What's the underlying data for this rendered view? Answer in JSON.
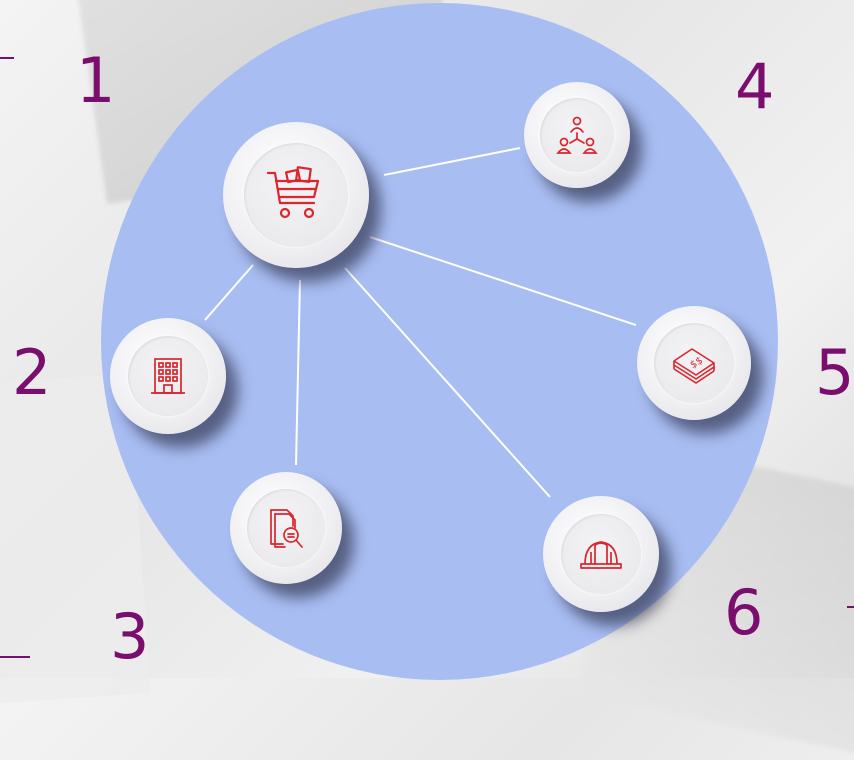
{
  "numbers": {
    "n1": "1",
    "n2": "2",
    "n3": "3",
    "n4": "4",
    "n5": "5",
    "n6": "6"
  },
  "colors": {
    "number": "#7a0d6e",
    "circle": "#a8bdf2",
    "icon": "#d9262f",
    "connector": "#ffffff"
  },
  "nodes": [
    {
      "id": "hub",
      "icon": "shopping-cart-icon"
    },
    {
      "id": "1",
      "icon": "organization-chart-icon"
    },
    {
      "id": "2",
      "icon": "office-building-icon"
    },
    {
      "id": "3",
      "icon": "document-search-icon"
    },
    {
      "id": "4",
      "icon": "money-stack-icon"
    },
    {
      "id": "5",
      "icon": "hard-hat-icon"
    }
  ]
}
